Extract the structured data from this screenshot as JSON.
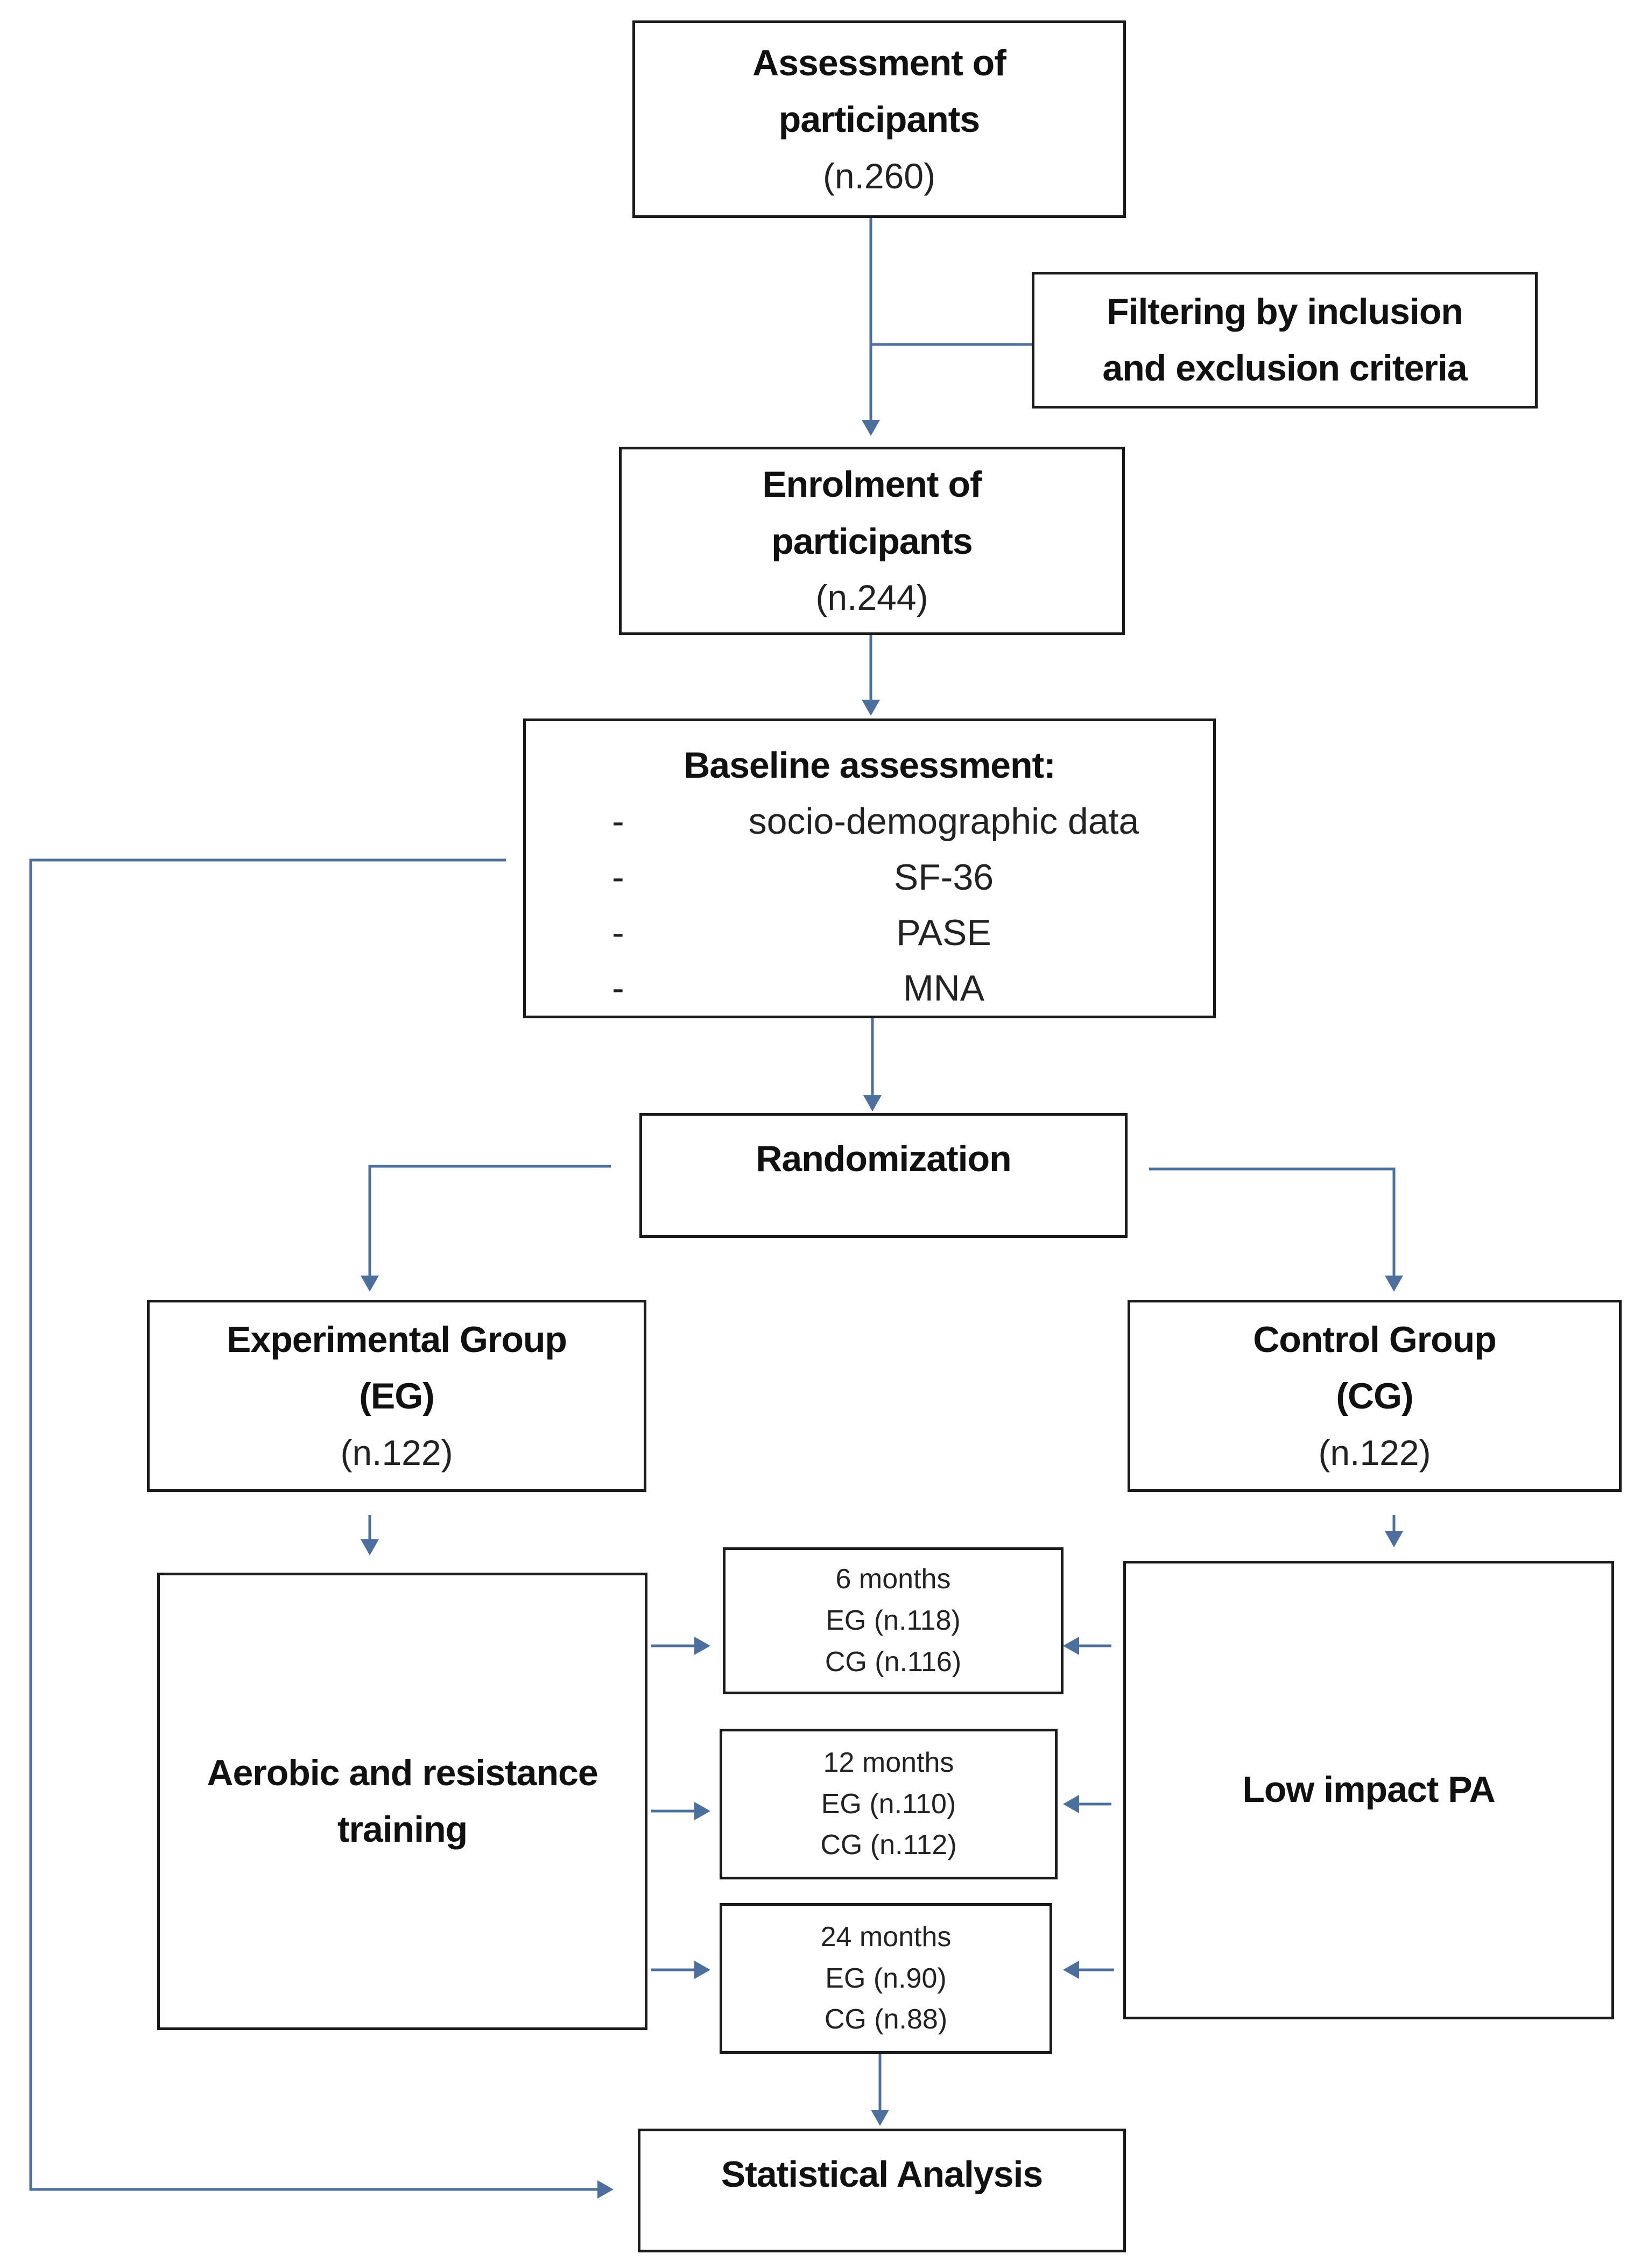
{
  "assessment": {
    "title": "Assessment of participants",
    "count": "(n.260)"
  },
  "filtering": {
    "label": "Filtering by inclusion and exclusion criteria"
  },
  "enrolment": {
    "title": "Enrolment of participants",
    "count": "(n.244)"
  },
  "baseline": {
    "title": "Baseline assessment:",
    "bullet": "-",
    "items": [
      "socio-demographic data",
      "SF-36",
      "PASE",
      "MNA"
    ]
  },
  "randomization": {
    "label": "Randomization"
  },
  "experimental_group": {
    "title": "Experimental Group (EG)",
    "count": "(n.122)"
  },
  "control_group": {
    "title": "Control Group (CG)",
    "count": "(n.122)"
  },
  "eg_intervention": {
    "label": "Aerobic and resistance training"
  },
  "cg_intervention": {
    "label": "Low impact PA"
  },
  "followups": [
    {
      "period": "6 months",
      "eg": "EG (n.118)",
      "cg": "CG (n.116)"
    },
    {
      "period": "12 months",
      "eg": "EG (n.110)",
      "cg": "CG (n.112)"
    },
    {
      "period": "24 months",
      "eg": "EG (n.90)",
      "cg": "CG (n.88)"
    }
  ],
  "analysis": {
    "label": "Statistical Analysis"
  },
  "colors": {
    "connector": "#4d6f9e",
    "border": "#1a1a1a"
  }
}
